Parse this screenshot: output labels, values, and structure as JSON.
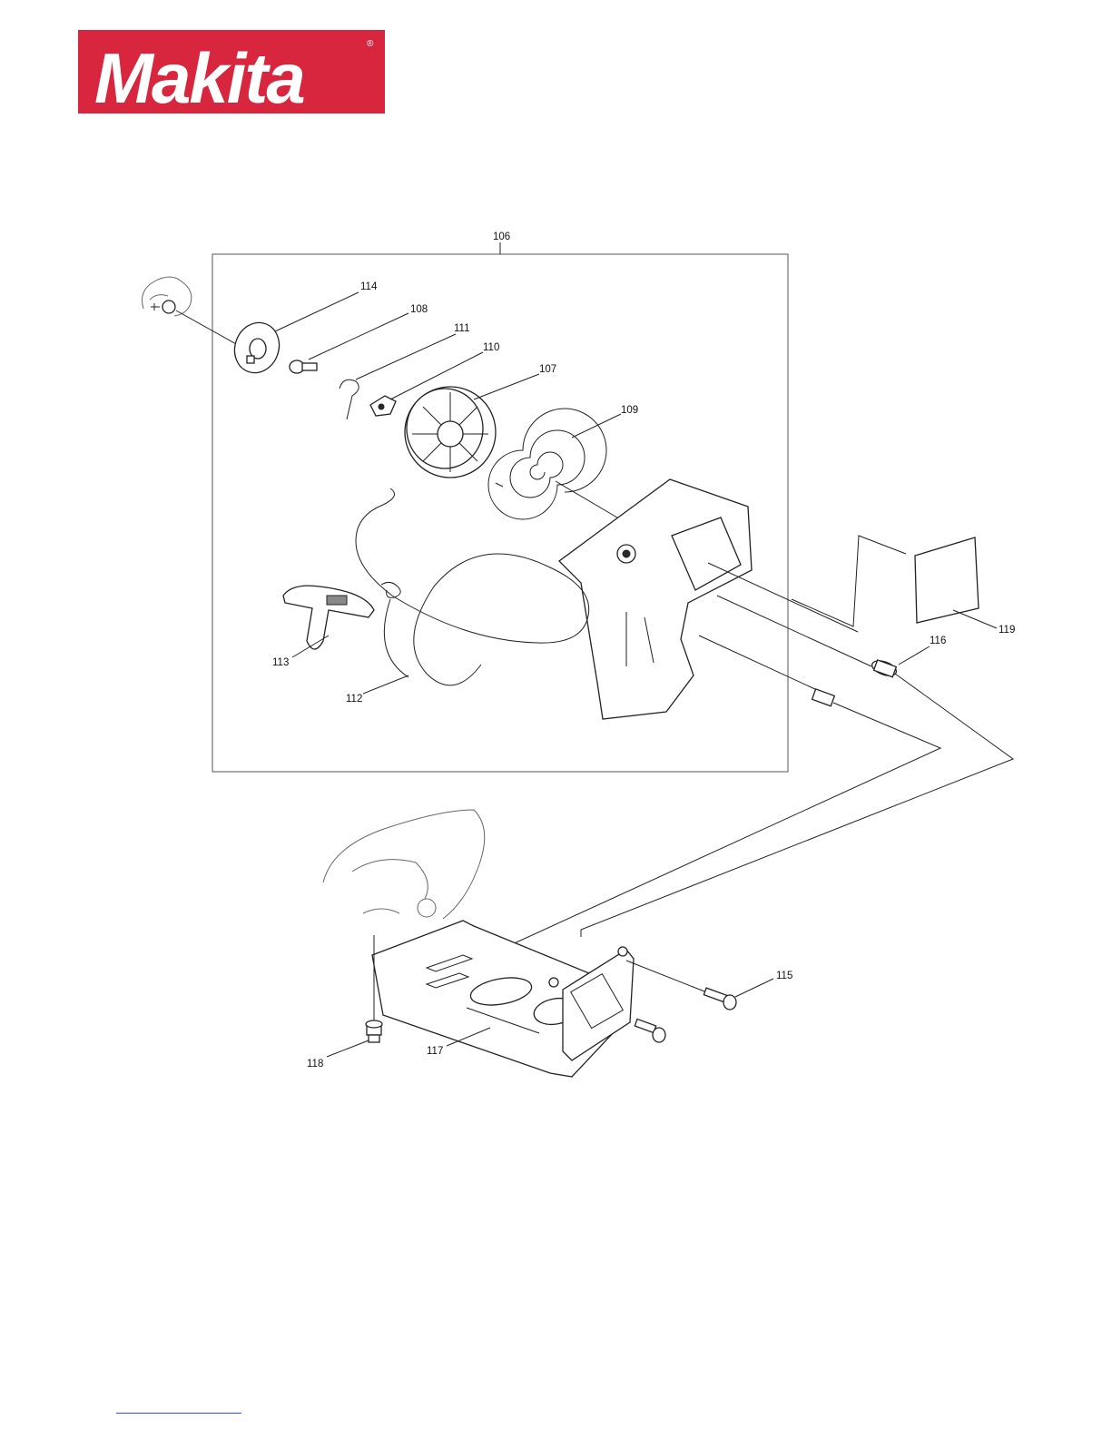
{
  "brand": {
    "name": "Makita",
    "color": "#d7263d",
    "registered_mark": "®"
  },
  "assembly_label": "106",
  "callouts": {
    "p106": "106",
    "p107": "107",
    "p108": "108",
    "p109": "109",
    "p110": "110",
    "p111": "111",
    "p112": "112",
    "p113": "113",
    "p114": "114",
    "p115": "115",
    "p116": "116",
    "p117": "117",
    "p118": "118",
    "p119": "119"
  }
}
